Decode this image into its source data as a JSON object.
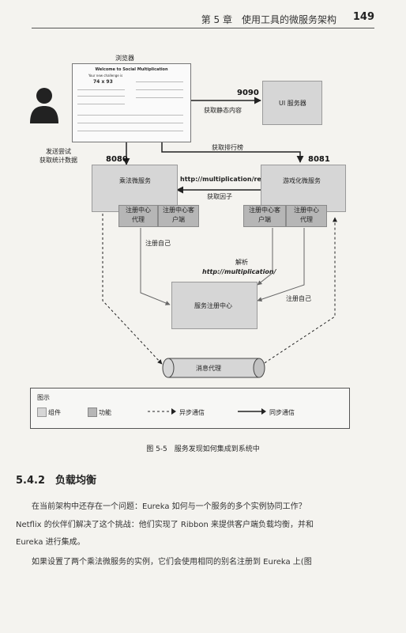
{
  "header": {
    "chapter": "第 5 章　使用工具的微服务架构",
    "page": "149"
  },
  "diagram": {
    "browser_label": "浏览器",
    "browser_screen": {
      "title": "Welcome to Social Multiplication",
      "subtitle": "Your new challenge is",
      "challenge": "74 x 93"
    },
    "ui_service": "UI 服务器",
    "port_ui": "9090",
    "get_static": "获取静态内容",
    "send_attempt_line1": "发送尝试",
    "send_attempt_line2": "获取统计数据",
    "get_leaderboard": "获取排行榜",
    "port_mult": "8080",
    "port_game": "8081",
    "multiplication_service": "乘法微服务",
    "gamification_service": "游戏化微服务",
    "url_mult": "http://multiplication/results",
    "get_factors": "获取因子",
    "mult_func1_l1": "注册中心",
    "mult_func1_l2": "代理",
    "mult_func2_l1": "注册中心客",
    "mult_func2_l2": "户端",
    "game_func1_l1": "注册中心客",
    "game_func1_l2": "户端",
    "game_func2_l1": "注册中心",
    "game_func2_l2": "代理",
    "register_self_left": "注册自己",
    "register_self_right": "注册自己",
    "resolve_label": "解析",
    "resolve_url": "http://multiplication/",
    "registry": "服务注册中心",
    "message_broker": "消息代理"
  },
  "legend": {
    "title": "图示",
    "component": "组件",
    "function": "功能",
    "async": "异步通信",
    "sync": "同步通信"
  },
  "caption": "图 5-5　服务发现如何集成到系统中",
  "section_title": "5.4.2　负载均衡",
  "paragraphs": [
    "在当前架构中还存在一个问题：Eureka 如何与一个服务的多个实例协同工作？",
    "Netflix 的伙伴们解决了这个挑战：他们实现了 Ribbon 来提供客户端负载均衡，并和",
    "Eureka 进行集成。",
    "如果设置了两个乘法微服务的实例，它们会使用相同的别名注册到 Eureka 上(图"
  ],
  "colors": {
    "component": "#d6d6d6",
    "function": "#b6b6b6"
  }
}
